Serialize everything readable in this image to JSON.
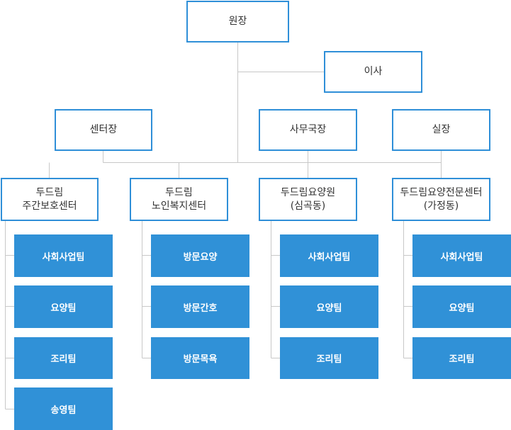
{
  "top": {
    "director": "원장",
    "board": "이사"
  },
  "level2": {
    "center_head": "센터장",
    "secretary": "사무국장",
    "office_head": "실장"
  },
  "divisions": [
    {
      "line1": "두드림",
      "line2": "주간보호센터",
      "teams": [
        "사회사업팀",
        "요양팀",
        "조리팀",
        "송영팀"
      ]
    },
    {
      "line1": "두드림",
      "line2": "노인복지센터",
      "teams": [
        "방문요양",
        "방문간호",
        "방문목욕"
      ]
    },
    {
      "line1": "두드림요양원",
      "line2": "(심곡동)",
      "teams": [
        "사회사업팀",
        "요양팀",
        "조리팀"
      ]
    },
    {
      "line1": "두드림요양전문센터",
      "line2": "(가정동)",
      "teams": [
        "사회사업팀",
        "요양팀",
        "조리팀"
      ]
    }
  ],
  "colors": {
    "accent": "#3091d7",
    "border": "#2f8fd8",
    "line": "#c8c8c8",
    "text": "#333333"
  }
}
